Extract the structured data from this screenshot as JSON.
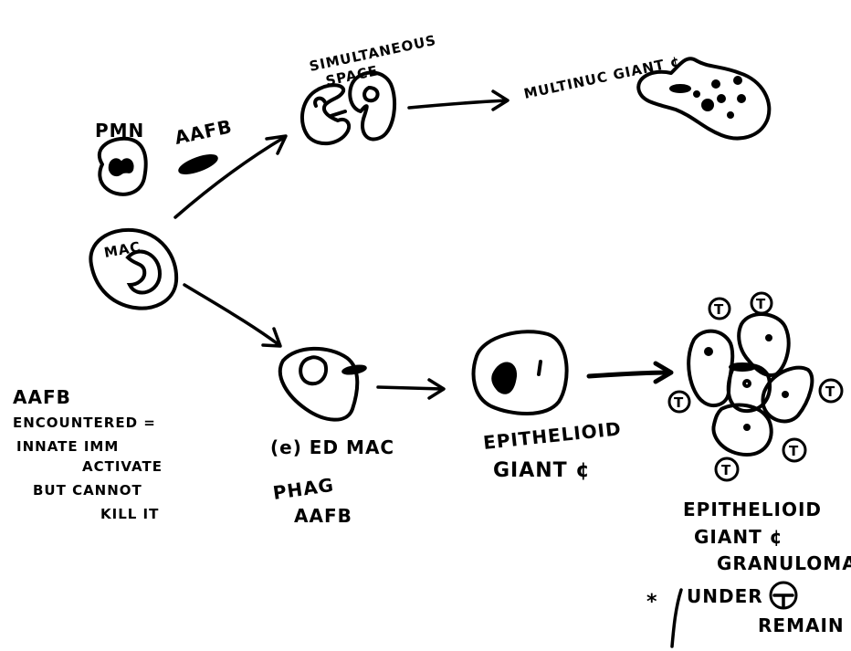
{
  "labels": {
    "pmn": "PMN",
    "aafb_top": "AAFB",
    "mac": "MAC",
    "simultaneous_1": "SIMULTANEOUS",
    "simultaneous_2": "SPACE",
    "multinuc": "MULTINUC GIANT ¢",
    "aafb_note_1": "AAFB",
    "aafb_note_2": "ENCOUNTERED =",
    "aafb_note_3": "INNATE IMM",
    "aafb_note_4": "ACTIVATE",
    "aafb_note_5": "BUT CANNOT",
    "aafb_note_6": "KILL IT",
    "ed_mac_1": "(e) ED MAC",
    "ed_mac_2": "PHAG",
    "ed_mac_3": "AAFB",
    "epithelioid_1": "EPITHELIOID",
    "epithelioid_2": "GIANT ¢",
    "granuloma_1": "EPITHELIOID",
    "granuloma_2": "GIANT ¢",
    "granuloma_3": "GRANULOMA",
    "star": "*",
    "under": "UNDER",
    "t_label": "T",
    "remain": "REMAIN"
  },
  "colors": {
    "ink": "#000000",
    "paper": "#ffffff"
  }
}
